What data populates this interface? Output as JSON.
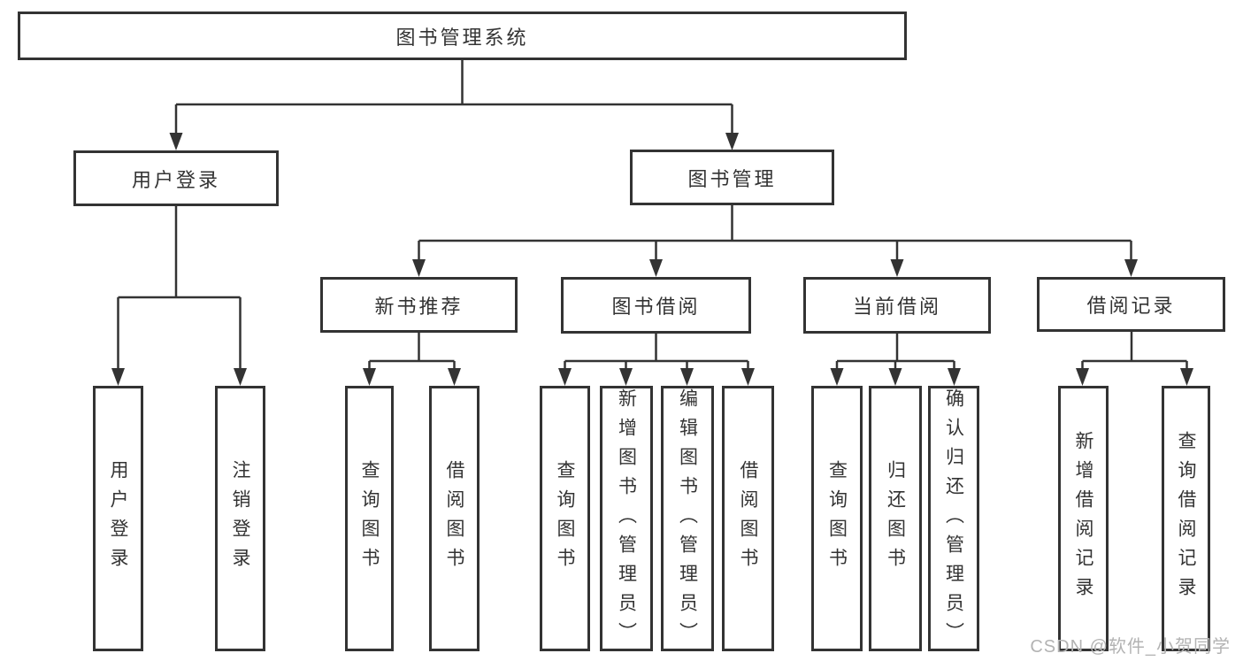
{
  "diagram_title": "图书管理系统",
  "nodes": {
    "root": {
      "label": "图书管理系统"
    },
    "l2": {
      "user_login": {
        "label": "用户登录"
      },
      "book_mgmt": {
        "label": "图书管理"
      }
    },
    "l3": {
      "new_book_rec": {
        "label": "新书推荐"
      },
      "book_borrow": {
        "label": "图书借阅"
      },
      "current_borrow": {
        "label": "当前借阅"
      },
      "borrow_records": {
        "label": "借阅记录"
      }
    },
    "leaves": {
      "user_login": {
        "label": "用户登录",
        "parent": "用户登录"
      },
      "logout": {
        "label": "注销登录",
        "parent": "用户登录"
      },
      "query_books_rec": {
        "label": "查询图书",
        "parent": "新书推荐"
      },
      "borrow_books_rec": {
        "label": "借阅图书",
        "parent": "新书推荐"
      },
      "query_books_borrow": {
        "label": "查询图书",
        "parent": "图书借阅"
      },
      "add_book_admin": {
        "label": "新增图书（管理员）",
        "parent": "图书借阅"
      },
      "edit_book_admin": {
        "label": "编辑图书（管理员）",
        "parent": "图书借阅"
      },
      "borrow_books_borrow": {
        "label": "借阅图书",
        "parent": "图书借阅"
      },
      "query_books_current": {
        "label": "查询图书",
        "parent": "当前借阅"
      },
      "return_book": {
        "label": "归还图书",
        "parent": "当前借阅"
      },
      "confirm_return_admin": {
        "label": "确认归还（管理员）",
        "parent": "当前借阅"
      },
      "add_borrow_record": {
        "label": "新增借阅记录",
        "parent": "借阅记录"
      },
      "query_borrow_record": {
        "label": "查询借阅记录",
        "parent": "借阅记录"
      }
    }
  },
  "watermark": "CSDN @软件_小贺同学",
  "colors": {
    "line": "#333333",
    "box_border": "#333333",
    "box_fill": "#ffffff",
    "text": "#333333",
    "watermark": "#b3b3b3"
  }
}
